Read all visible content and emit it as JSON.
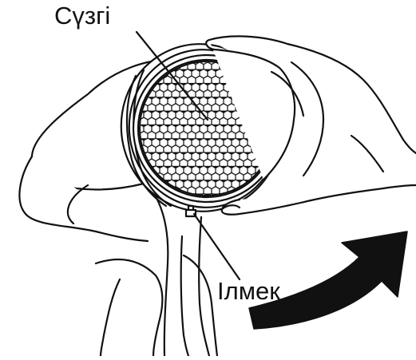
{
  "labels": {
    "filter": "Сүзгі",
    "hook": "Ілмек"
  },
  "colors": {
    "line": "#111111",
    "background": "#ffffff",
    "arrow": "#111111"
  },
  "icons": {
    "rotation": "curved-arrow-icon",
    "mesh": "honeycomb-mesh"
  }
}
